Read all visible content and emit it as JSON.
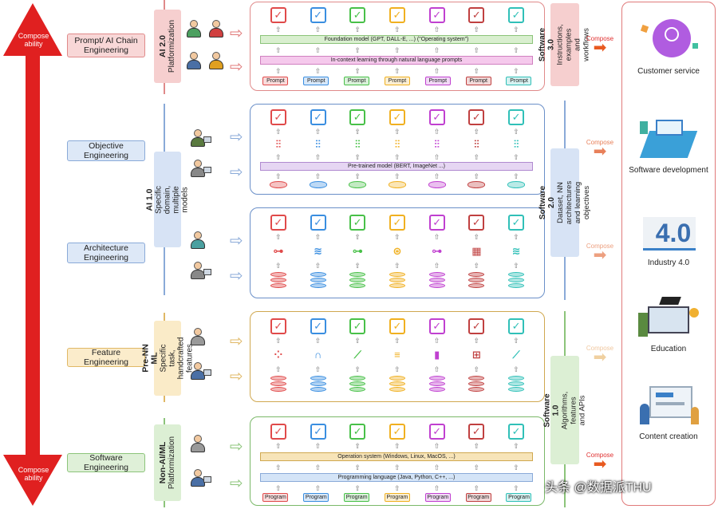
{
  "compose_top": "Compose ability",
  "compose_bottom": "Compose ability",
  "engineering": [
    {
      "label": "Prompt/ AI Chain Engineering",
      "bg": "#f8d7d7",
      "border": "#e08a8a"
    },
    {
      "label": "Objective Engineering",
      "bg": "#dde8f7",
      "border": "#8aaad8"
    },
    {
      "label": "Architecture Engineering",
      "bg": "#dde8f7",
      "border": "#8aaad8"
    },
    {
      "label": "Feature Engineering",
      "bg": "#fbeccb",
      "border": "#e0b866"
    },
    {
      "label": "Software Engineering",
      "bg": "#dff0d8",
      "border": "#8cc47a"
    }
  ],
  "eras": [
    {
      "title": "AI 2.0",
      "sub": "Platformization",
      "bg": "#f6cfcf"
    },
    {
      "title": "AI 1.0",
      "sub": "Specific domain, multiple models",
      "bg": "#d7e3f5"
    },
    {
      "title": "Pre-NN ML",
      "sub": "Specific task, handcrafted features",
      "bg": "#faebc8"
    },
    {
      "title": "Non-AI/ML",
      "sub": "Platformization",
      "bg": "#dcefd4"
    }
  ],
  "panels": {
    "ai2": {
      "foundation": "Foundation model (GPT, DALL-E, ...) (\"Operating system\")",
      "incontext": "In-context learning through natural language prompts",
      "chip": "Prompt"
    },
    "obj": {
      "pretrained": "Pre-trained model (BERT, ImageNet ...)"
    },
    "sw": {
      "os": "Operation system (Windows, Linux, MacOS, ...)",
      "pl": "Programming language (Java, Python, C++, ...)",
      "chip": "Program"
    }
  },
  "software": [
    {
      "title": "Software 3.0",
      "sub": "Instructions, examples and workflows",
      "bg": "#f6cfcf"
    },
    {
      "title": "Software 2.0",
      "sub": "Dataset, NN architectures and learning objectives",
      "bg": "#d7e3f5"
    },
    {
      "title": "Software 1.0",
      "sub": "Algorithms, features and APIs",
      "bg": "#dcefd4"
    }
  ],
  "compose_labels": [
    "Compose",
    "Compose",
    "Compose",
    "Compose",
    "Compose"
  ],
  "applications": [
    {
      "label": "Customer service"
    },
    {
      "label": "Software development"
    },
    {
      "label": "Industry 4.0"
    },
    {
      "label": "Education"
    },
    {
      "label": "Content creation"
    }
  ],
  "industry_text": "4.0",
  "watermark": "头条 @数据派THU",
  "colors": [
    "#e04a4a",
    "#3a8ee0",
    "#48c048",
    "#f0b020",
    "#c040d0",
    "#c04040",
    "#30c0b8"
  ],
  "task_glyph": "✓"
}
